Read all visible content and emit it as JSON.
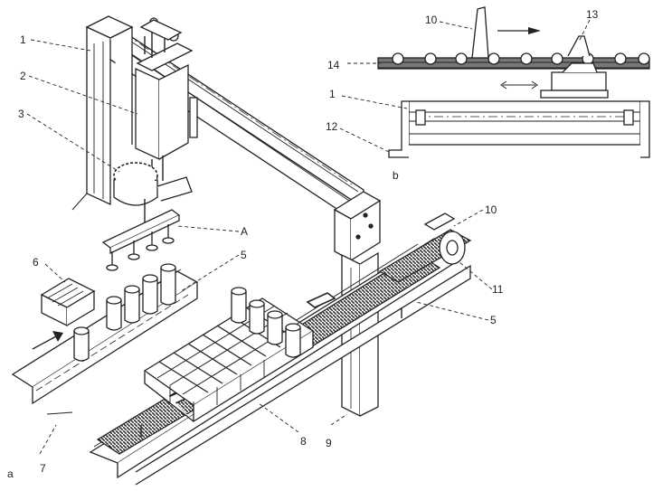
{
  "labels": {
    "n1": "1",
    "n2": "2",
    "n3": "3",
    "nA": "A",
    "n6": "6",
    "n5": "5",
    "n10": "10",
    "n11": "11",
    "n5b": "5",
    "n8": "8",
    "n9": "9",
    "n7": "7",
    "na": "a",
    "inset_10": "10",
    "inset_13": "13",
    "inset_14": "14",
    "inset_1": "1",
    "inset_12": "12",
    "inset_b": "b"
  },
  "colors": {
    "ink": "#222222",
    "paper": "#ffffff",
    "belt": "#555555"
  }
}
